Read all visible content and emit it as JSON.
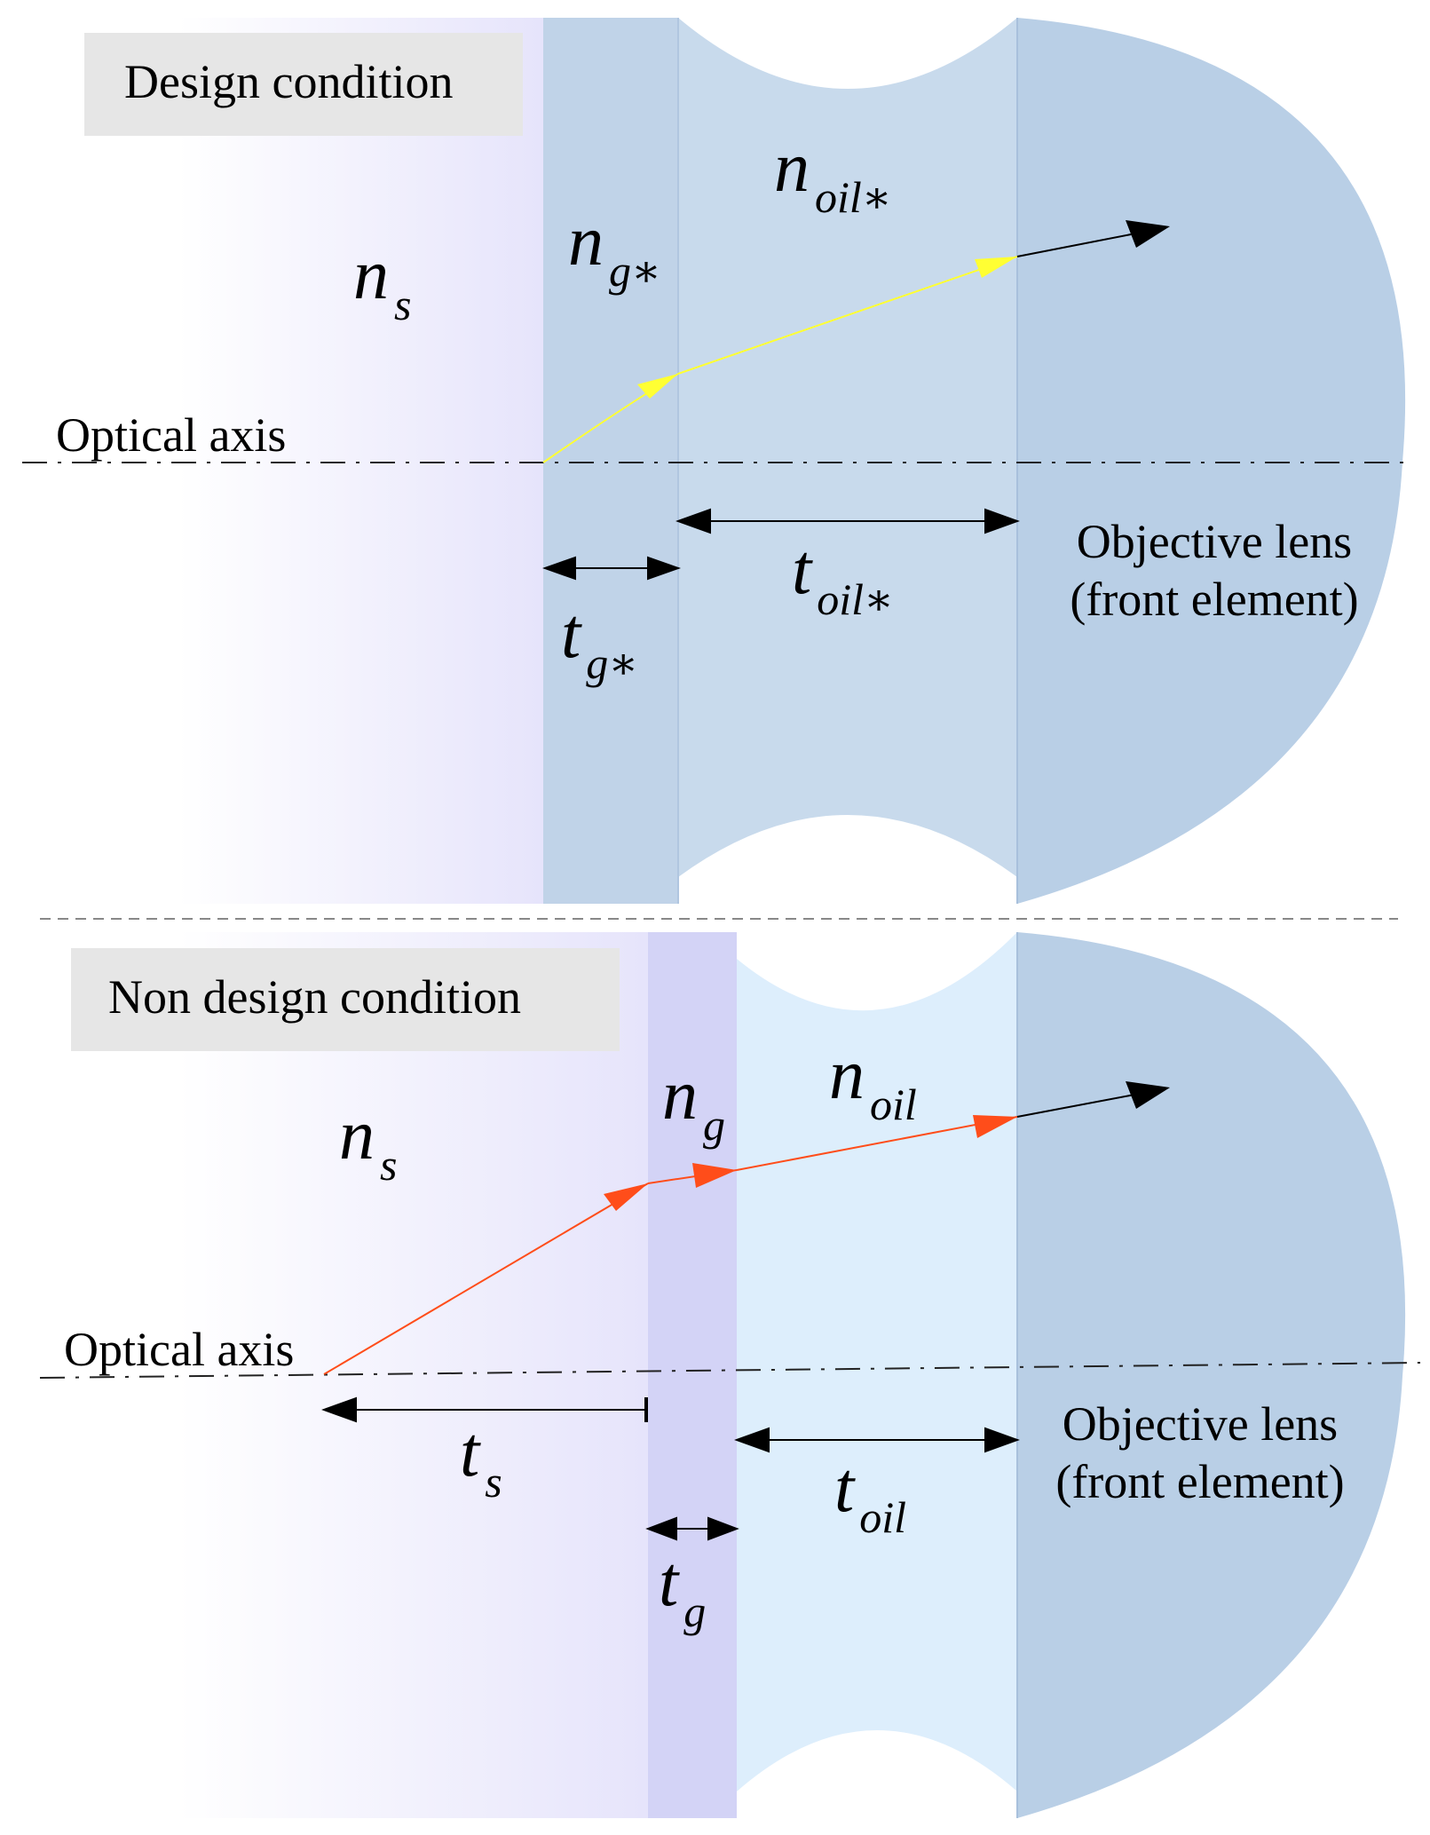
{
  "top": {
    "title": "Design condition",
    "axis_label": "Optical axis",
    "lens_label_line1": "Objective lens",
    "lens_label_line2": "(front element)",
    "sym_ns": {
      "base": "n",
      "sub": "s"
    },
    "sym_ng": {
      "base": "n",
      "sub": "g∗"
    },
    "sym_noil": {
      "base": "n",
      "sub": "oil∗"
    },
    "sym_tg": {
      "base": "t",
      "sub": "g∗"
    },
    "sym_toil": {
      "base": "t",
      "sub": "oil∗"
    }
  },
  "bottom": {
    "title": "Non design condition",
    "axis_label": "Optical axis",
    "lens_label_line1": "Objective lens",
    "lens_label_line2": "(front element)",
    "sym_ns": {
      "base": "n",
      "sub": "s"
    },
    "sym_ng": {
      "base": "n",
      "sub": "g"
    },
    "sym_noil": {
      "base": "n",
      "sub": "oil"
    },
    "sym_ts": {
      "base": "t",
      "sub": "s"
    },
    "sym_tg": {
      "base": "t",
      "sub": "g"
    },
    "sym_toil": {
      "base": "t",
      "sub": "oil"
    }
  },
  "colors": {
    "sample_gradient_end": "#e6e4fb",
    "glass_design": "#c0d3e8",
    "oil_design": "#c8daec",
    "glass_nondesign": "#d3d3f6",
    "oil_nondesign": "#ddeefc",
    "lens": "#b9cfe6",
    "ray_design": "#ffff33",
    "ray_nondesign": "#ff4d1a",
    "title_box": "#e6e6e6"
  }
}
